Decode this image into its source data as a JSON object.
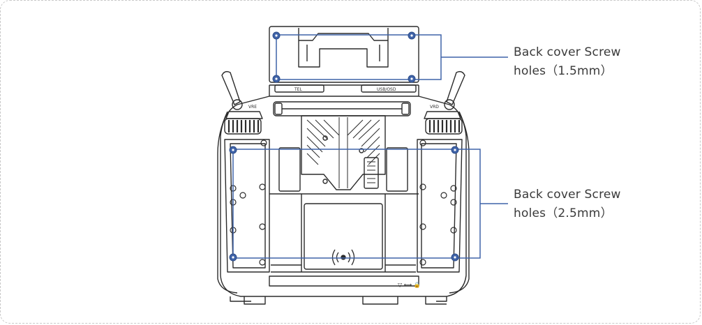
{
  "callouts": [
    {
      "line1": "Back cover Screw",
      "line2": "holes（1.5mm）"
    },
    {
      "line1": "Back cover Screw",
      "line2": "holes（2.5mm）"
    }
  ],
  "device_labels": {
    "left_antenna_text": "TEL",
    "right_antenna_text": "USB/OSD",
    "left_wheel_text": "VRE",
    "right_wheel_text": "VRD",
    "lock_symbol": "▽ ⟷ 🔒"
  },
  "colors": {
    "outline": "#2b2b2b",
    "callout_line": "#3f63a8",
    "screw_fill": "#3f63a8",
    "frame": "#c8c8c8"
  }
}
